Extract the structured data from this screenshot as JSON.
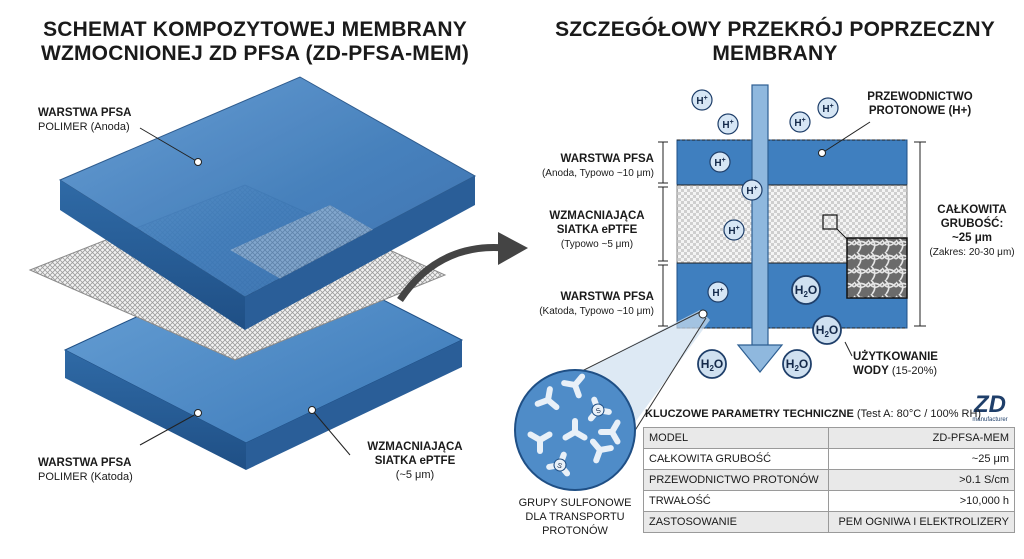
{
  "left_title": [
    "SCHEMAT KOMPOZYTOWEJ MEMBRANY",
    "WZMOCNIONEJ ZD PFSA (ZD-PFSA-MEM)"
  ],
  "right_title": [
    "SZCZEGÓŁOWY PRZEKRÓJ POPRZECZNY",
    "MEMBRANY"
  ],
  "left_labels": {
    "top_layer": {
      "title": "WARSTWA PFSA",
      "sub": "POLIMER (Anoda)"
    },
    "bottom_layer": {
      "title": "WARSTWA PFSA",
      "sub": "POLIMER (Katoda)"
    },
    "mesh": {
      "line1": "WZMACNIAJĄCA",
      "line2": "SIATKA ePTFE",
      "sub": "(~5 μm)"
    }
  },
  "cross_section": {
    "anode": {
      "title": "WARSTWA PFSA",
      "sub": "(Anoda, Typowo ~10 μm)"
    },
    "mesh": {
      "line1": "WZMACNIAJĄCA",
      "line2": "SIATKA ePTFE",
      "sub": "(Typowo ~5 μm)"
    },
    "cathode": {
      "title": "WARSTWA PFSA",
      "sub": "(Katoda, Typowo ~10 μm)"
    },
    "proton": {
      "line1": "PRZEWODNICTWO",
      "line2": "PROTONOWE (H+)"
    },
    "thickness": {
      "line1": "CAŁKOWITA",
      "line2": "GRUBOŚĆ:",
      "value": "~25 μm",
      "range": "(Zakres: 20-30 μm)"
    },
    "water": {
      "title": "UŻYTKOWANIE",
      "title2": "WODY",
      "value": "(15-20%)"
    },
    "sulfonic": {
      "line1": "GRUPY SULFONOWE",
      "line2": "DLA TRANSPORTU",
      "line3": "PROTONÓW"
    },
    "h_label": "H",
    "h_sup": "+",
    "water_label": "H",
    "water_sub": "2",
    "water_o": "O",
    "s_label": "S"
  },
  "logo": {
    "text": "ZD",
    "sub": "manufacturer"
  },
  "params": {
    "title": "KLUCZOWE PARAMETRY TECHNICZNE",
    "condition": "(Test A: 80°C / 100% RH)",
    "rows": [
      {
        "label": "MODEL",
        "value": "ZD-PFSA-MEM"
      },
      {
        "label": "CAŁKOWITA GRUBOŚĆ",
        "value": "~25 μm"
      },
      {
        "label": "PRZEWODNICTWO PROTONÓW",
        "value": ">0.1 S/cm"
      },
      {
        "label": "TRWAŁOŚĆ",
        "value": ">10,000 h"
      },
      {
        "label": "ZASTOSOWANIE",
        "value": "PEM OGNIWA I ELEKTROLIZERY"
      }
    ]
  },
  "colors": {
    "membrane": "#3f7fbf",
    "membrane_light": "#7fb3e0",
    "mesh": "#dcdcdc",
    "text": "#1a1a1a"
  }
}
